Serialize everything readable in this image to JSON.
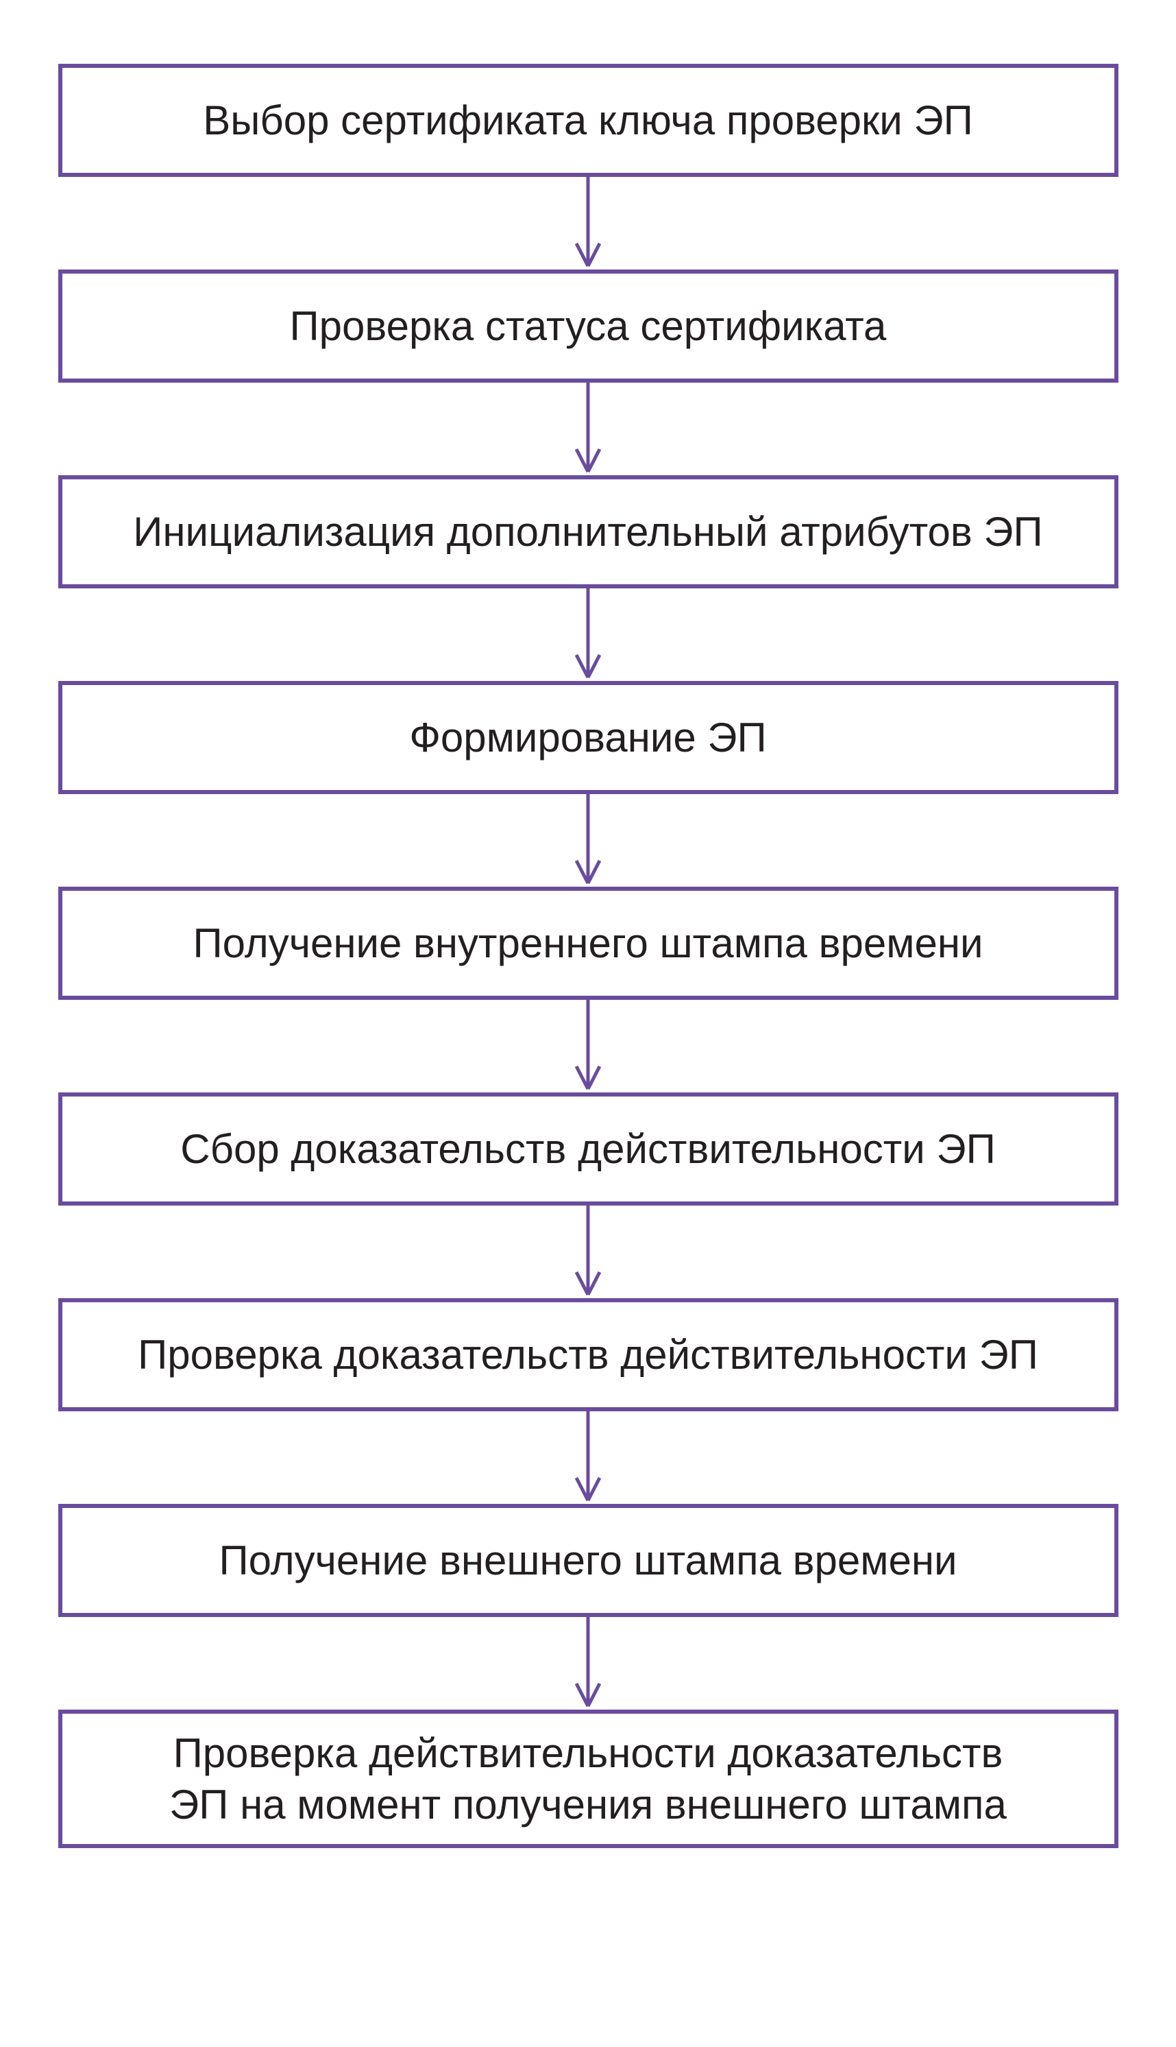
{
  "diagram": {
    "type": "flowchart",
    "direction": "top-to-bottom",
    "accent_color": "#6a4c9c",
    "text_color": "#231f20",
    "background_color": "#ffffff",
    "steps": [
      {
        "id": 1,
        "lines": [
          "Выбор сертификата ключа проверки ЭП"
        ]
      },
      {
        "id": 2,
        "lines": [
          "Проверка статуса сертификата"
        ]
      },
      {
        "id": 3,
        "lines": [
          "Инициализация дополнительный атрибутов ЭП"
        ]
      },
      {
        "id": 4,
        "lines": [
          "Формирование ЭП"
        ]
      },
      {
        "id": 5,
        "lines": [
          "Получение внутреннего штампа времени"
        ]
      },
      {
        "id": 6,
        "lines": [
          "Сбор доказательств действительности ЭП"
        ]
      },
      {
        "id": 7,
        "lines": [
          "Проверка доказательств действительности ЭП"
        ]
      },
      {
        "id": 8,
        "lines": [
          "Получение внешнего штампа времени"
        ]
      },
      {
        "id": 9,
        "lines": [
          "Проверка действительности доказательств",
          "ЭП на момент получения внешнего штампа"
        ]
      }
    ],
    "connections": [
      {
        "from": 1,
        "to": 2
      },
      {
        "from": 2,
        "to": 3
      },
      {
        "from": 3,
        "to": 4
      },
      {
        "from": 4,
        "to": 5
      },
      {
        "from": 5,
        "to": 6
      },
      {
        "from": 6,
        "to": 7
      },
      {
        "from": 7,
        "to": 8
      },
      {
        "from": 8,
        "to": 9
      }
    ]
  }
}
